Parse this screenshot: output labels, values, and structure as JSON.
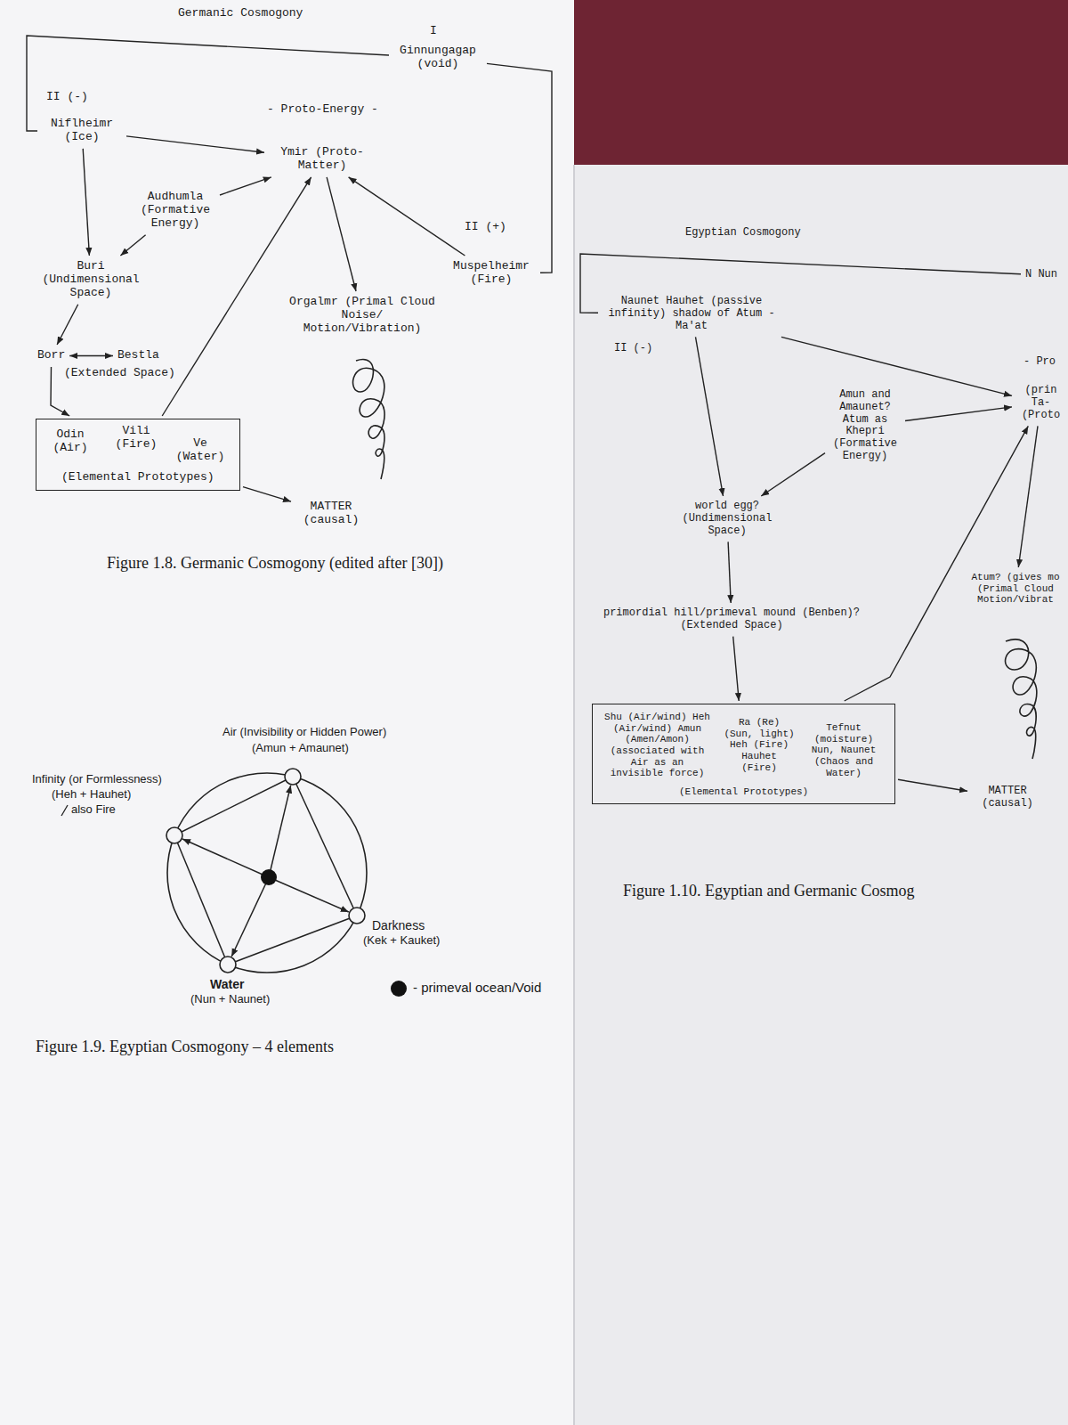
{
  "diagram": {
    "caption": "Figure 1.8. Germanic Cosmogony (edited after [30])",
    "nodes": [
      {
        "text": [
          "Ginnungagap (void)"
        ]
      },
      {
        "text": [
          "Niflheimr (Ice)"
        ]
      },
      {
        "text": [
          "Muspelheimr (Fire)"
        ]
      },
      {
        "text": [
          "Ymir (Proto-Matter)"
        ]
      },
      {
        "text": [
          "Audhumla (Formative Energy)"
        ]
      },
      {
        "text": [
          "Buri (Undimensional Space)"
        ]
      },
      {
        "text": [
          "Orgalmr (Primal Cloud Noise/ Motion/Vibration)"
        ]
      },
      {
        "text": [
          "Borr"
        ]
      },
      {
        "text": [
          "Bestla"
        ]
      },
      {
        "text": [
          "(Elemental Prototypes)"
        ]
      },
      {
        "text": [
          "Odin (Air)"
        ],
        "in": 9
      },
      {
        "text": [
          "Vili (Fire)"
        ],
        "in": 9
      },
      {
        "text": [
          "Ve (Water)"
        ],
        "in": 9
      },
      {
        "text": [
          "MATTER (causal)"
        ]
      },
      {
        "text": [
          "Naunet Hauhet (passive infinity) shadow of Atum - Ma'at"
        ]
      },
      {
        "text": [
          "N Nun"
        ]
      },
      {
        "text": [
          "(prin Ta- (Proto"
        ]
      },
      {
        "text": [
          "Amun and Amaunet? Atum as Khepri (Formative Energy)"
        ]
      },
      {
        "text": [
          "world egg? (Undimensional Space)"
        ]
      },
      {
        "text": [
          "Atum? (gives mo (Primal Cloud Motion/Vibrat"
        ]
      },
      {
        "text": [
          "primordial hill/primeval mound (Benben)? (Extended Space)"
        ]
      },
      {
        "text": [
          "(Elemental Prototypes)"
        ]
      },
      {
        "text": [
          "Shu (Air/wind) Heh (Air/wind) Amun (Amen/Amon) (associated with Air as an invisible force)"
        ],
        "in": 21
      },
      {
        "text": [
          "Ra (Re) (Sun, light) Heh (Fire) Hauhet (Fire)"
        ],
        "in": 21
      },
      {
        "text": [
          "Tefnut (moisture) Nun, Naunet (Chaos and Water)"
        ],
        "in": 21
      },
      {
        "text": [
          "MATTER (causal)"
        ]
      }
    ],
    "edges": [
      {
        "from": 0,
        "to": 1,
        "arrow": "none"
      },
      {
        "from": 0,
        "to": 2,
        "arrow": "none"
      },
      {
        "from": 1,
        "to": 3,
        "arrow": "to"
      },
      {
        "from": 2,
        "to": 3,
        "arrow": "to"
      },
      {
        "from": 1,
        "to": 5,
        "arrow": "to"
      },
      {
        "from": 4,
        "to": 3,
        "arrow": "to"
      },
      {
        "from": 4,
        "to": 5,
        "arrow": "to"
      },
      {
        "from": 3,
        "to": 6,
        "arrow": "to"
      },
      {
        "from": 5,
        "to": 7,
        "arrow": "to"
      },
      {
        "from": 7,
        "to": 8,
        "arrow": "both"
      },
      {
        "from": 7,
        "to": 9,
        "arrow": "to"
      },
      {
        "from": 9,
        "to": 3,
        "arrow": "to"
      },
      {
        "from": 9,
        "to": 13,
        "arrow": "to"
      },
      {
        "from": 15,
        "to": 14,
        "arrow": "none"
      },
      {
        "from": 14,
        "to": 18,
        "arrow": "to"
      },
      {
        "from": 14,
        "to": 16,
        "arrow": "to"
      },
      {
        "from": 17,
        "to": 16,
        "arrow": "to"
      },
      {
        "from": 17,
        "to": 18,
        "arrow": "to"
      },
      {
        "from": 18,
        "to": 20,
        "arrow": "to"
      },
      {
        "from": 20,
        "to": 21,
        "arrow": "to"
      },
      {
        "from": 21,
        "to": 16,
        "arrow": "to"
      },
      {
        "from": 16,
        "to": 19,
        "arrow": "to"
      },
      {
        "from": 21,
        "to": 25,
        "arrow": "to"
      }
    ],
    "labels": [
      "Germanic Cosmogony",
      "I",
      "II (-)",
      "- Proto-Energy -",
      "II (+)",
      "(Extended Space)",
      "Air (Invisibility or Hidden Power)",
      "(Amun + Amaunet)",
      "Infinity (or Formlessness)",
      "(Heh + Hauhet)",
      "also Fire",
      "Darkness",
      "(Kek + Kauket)",
      "Water",
      "(Nun + Naunet)",
      "Figure 1.9. Egyptian Cosmogony – 4 elements",
      "Egyptian Cosmogony",
      "II (-)",
      "- Pro",
      "Figure 1.10. Egyptian and Germanic Cosmog"
    ],
    "legend": [
      {
        "text": "- primeval ocean/Void"
      }
    ]
  }
}
